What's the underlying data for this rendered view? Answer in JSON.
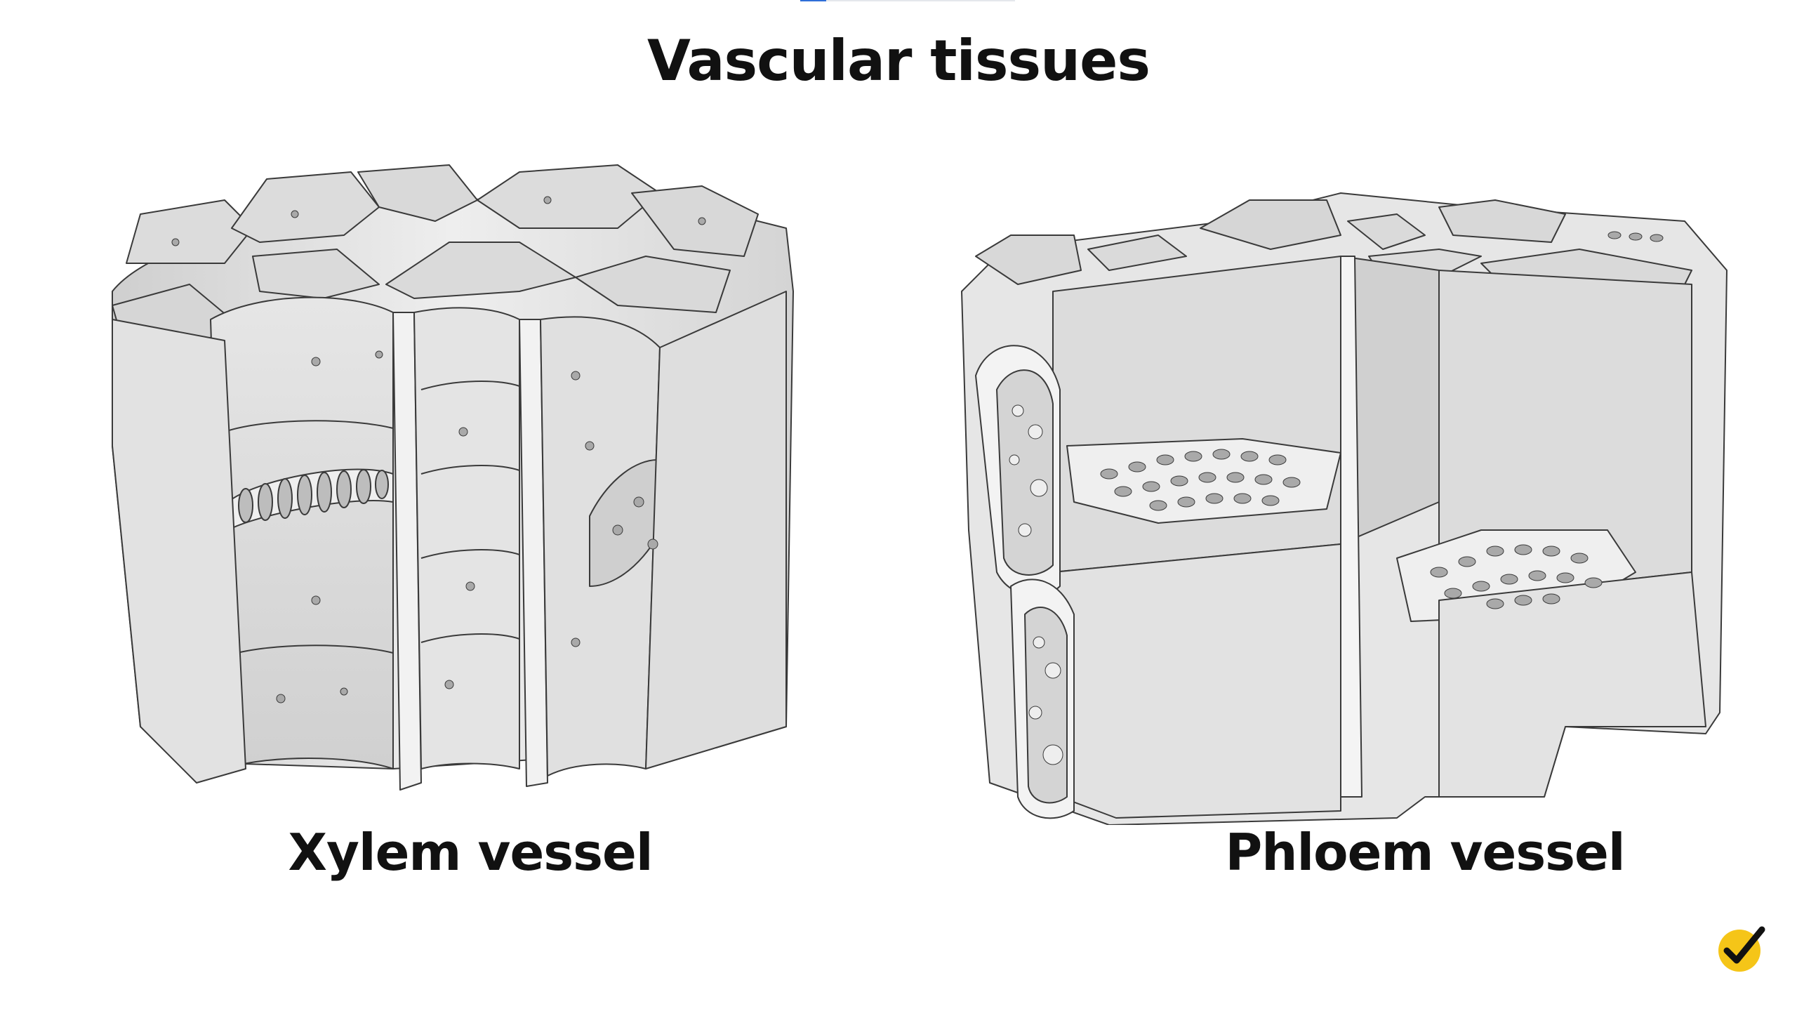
{
  "header": {
    "title": "Vascular tissues",
    "progress_fraction": 0.12
  },
  "figures": {
    "xylem": {
      "caption": "Xylem vessel"
    },
    "phloem": {
      "caption": "Phloem vessel"
    }
  },
  "branding": {
    "logo_icon": "checkmark-badge-icon",
    "logo_color": "#f5c518"
  },
  "colors": {
    "tissue_fill": "#ececec",
    "tissue_shade": "#d6d6d6",
    "tissue_dark": "#bdbdbd",
    "outline": "#3a3a3a",
    "pore": "#a9a9a9"
  }
}
